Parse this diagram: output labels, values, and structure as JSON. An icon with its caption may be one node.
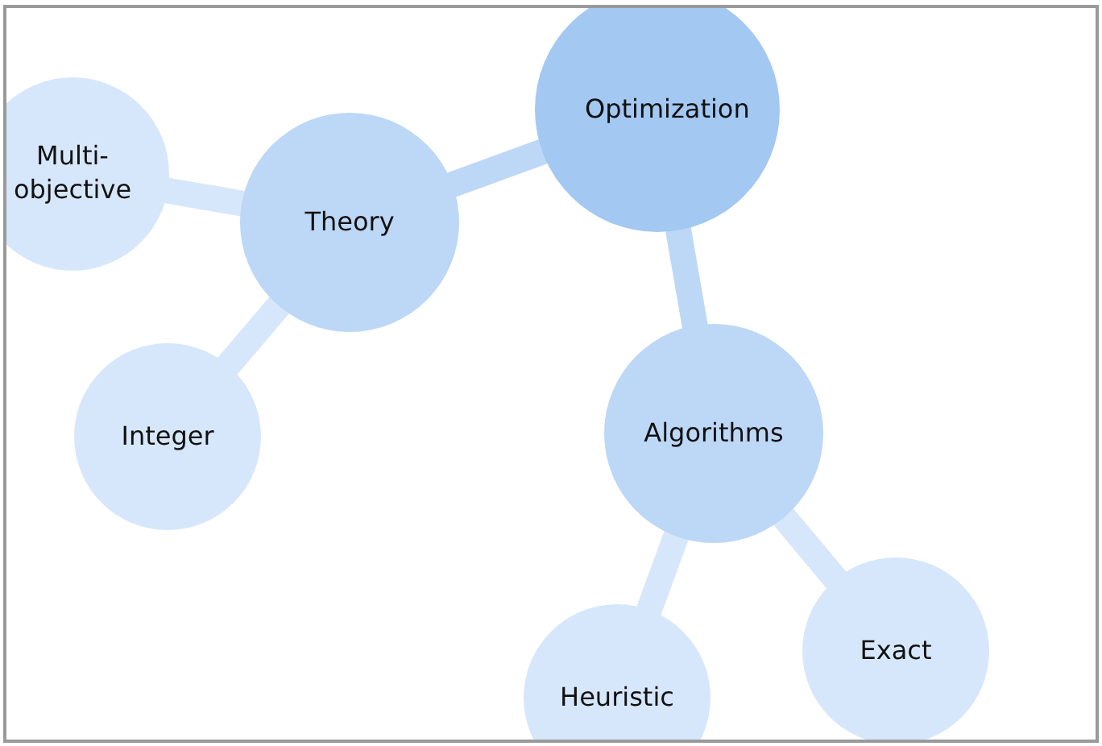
{
  "diagram": {
    "nodes": [
      {
        "text": [
          "Optimization"
        ]
      },
      {
        "text": [
          "Multi-objective"
        ]
      },
      {
        "text": [
          "Theory"
        ]
      },
      {
        "text": [
          "Integer"
        ]
      },
      {
        "text": [
          "Algorithms"
        ]
      },
      {
        "text": [
          "Heuristic"
        ]
      },
      {
        "text": [
          "Exact"
        ]
      }
    ],
    "edges": [
      {
        "from": 0,
        "to": 2,
        "arrow": "none"
      },
      {
        "from": 2,
        "to": 1,
        "arrow": "none"
      },
      {
        "from": 2,
        "to": 3,
        "arrow": "none"
      },
      {
        "from": 0,
        "to": 4,
        "arrow": "none"
      },
      {
        "from": 4,
        "to": 5,
        "arrow": "none"
      },
      {
        "from": 4,
        "to": 6,
        "arrow": "none"
      }
    ]
  }
}
